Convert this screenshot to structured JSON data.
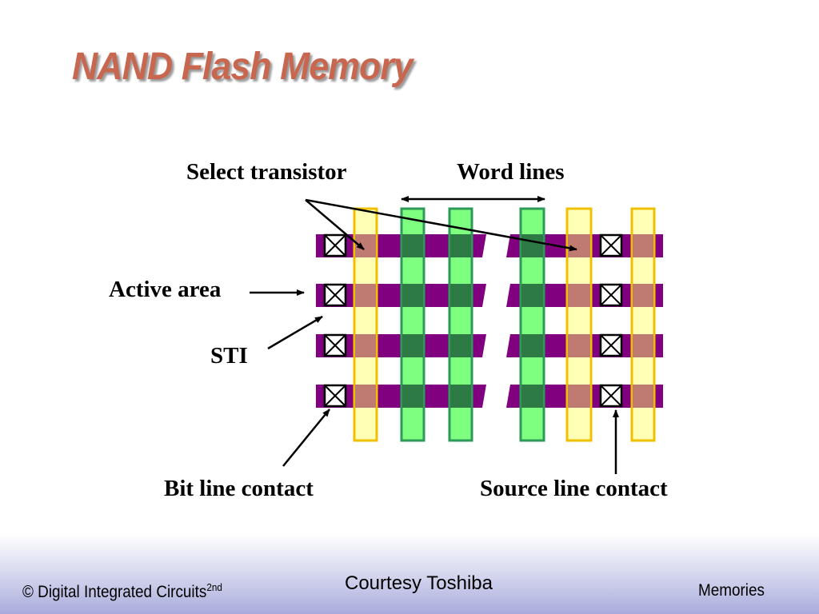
{
  "slide": {
    "title": "NAND Flash Memory"
  },
  "labels": {
    "select_transistor": "Select transistor",
    "word_lines": "Word lines",
    "active_area": "Active area",
    "sti": "STI",
    "bit_line_contact": "Bit line contact",
    "source_line_contact": "Source line contact"
  },
  "footer": {
    "copyright": "© Digital Integrated Circuits",
    "edition_superscript": "2nd",
    "courtesy": "Courtesy Toshiba",
    "section": "Memories"
  },
  "colors": {
    "title": "#c8674f",
    "active_area": "#800080",
    "word_line_fill": "#7fff7f",
    "word_line_border": "#2e9a5a",
    "select_line_fill": "#ffffa8",
    "select_line_border": "#f0c000",
    "overlap_on_active": "#bf7a72"
  },
  "icons": {
    "contact": "crossed-box-icon"
  }
}
